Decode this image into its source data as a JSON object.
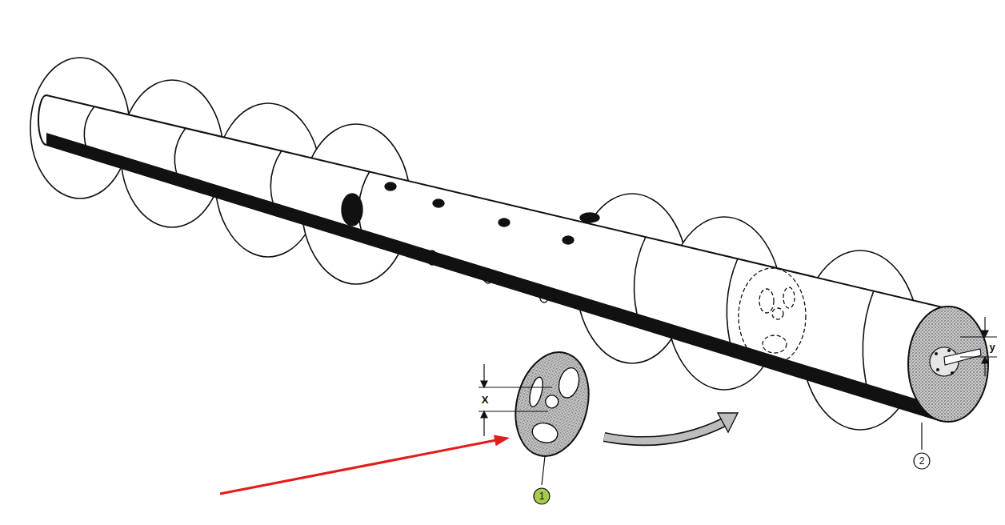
{
  "diagram": {
    "nodes": [
      {
        "text": [
          "1"
        ]
      },
      {
        "text": [
          "2"
        ]
      }
    ],
    "labels": [
      "X",
      "y"
    ]
  }
}
